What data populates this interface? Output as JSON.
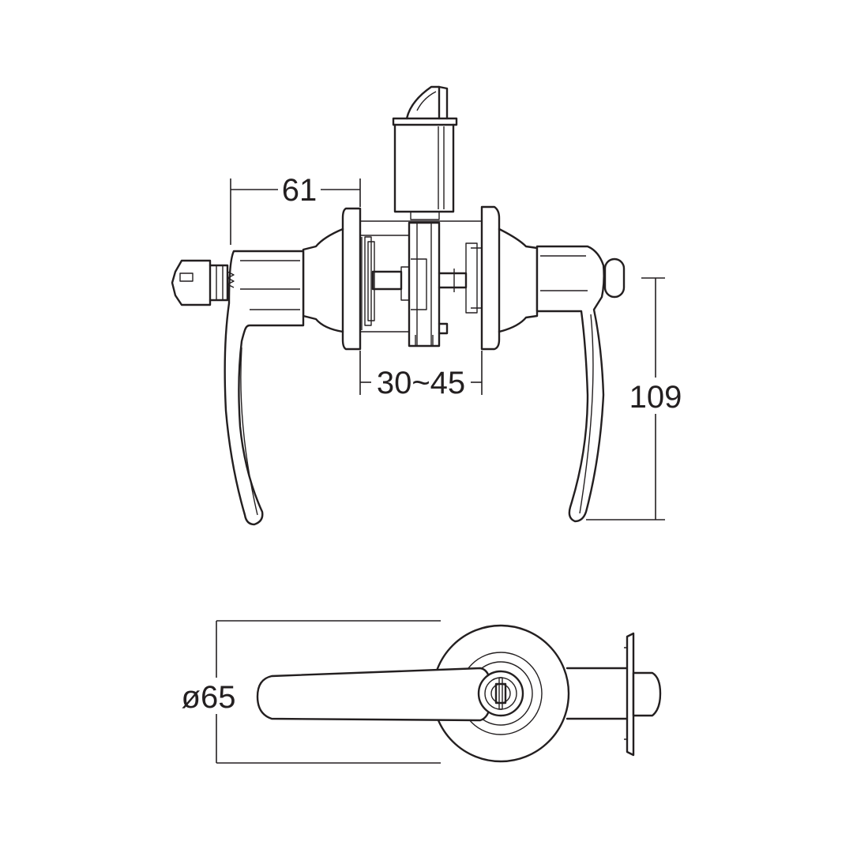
{
  "dimensions": {
    "width_61": "61",
    "door_thickness": "30~45",
    "height_109": "109",
    "rose_diameter": "ø65"
  },
  "colors": {
    "line": "#231f20",
    "background": "#ffffff"
  }
}
